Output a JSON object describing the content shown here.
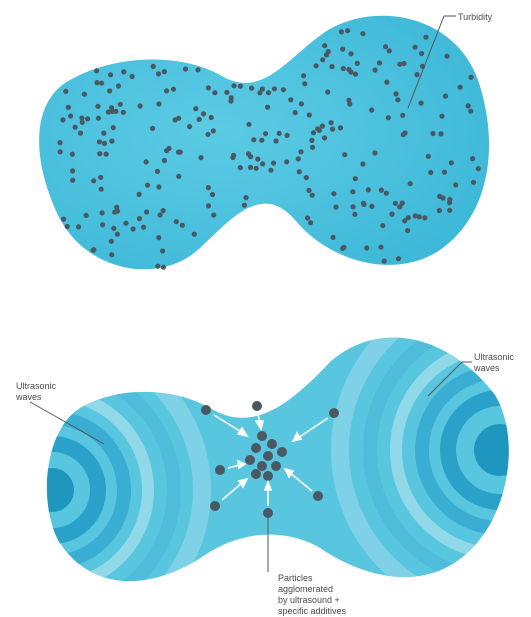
{
  "labels": {
    "turbidity": "Turbidity",
    "waves_left": "Ultrasonic\nwaves",
    "waves_right": "Ultrasonic\nwaves",
    "particles": "Particles\nagglomerated\nby ultrasound +\nspecific additives"
  },
  "colors": {
    "water_top": "#4cc3df",
    "water_bottom": "#5fc9e2",
    "wave_light": "#9fdcea",
    "wave_dark": "#1e96bd",
    "particle": "#4a5863",
    "leader": "#555555",
    "arrow": "#ffffff"
  }
}
